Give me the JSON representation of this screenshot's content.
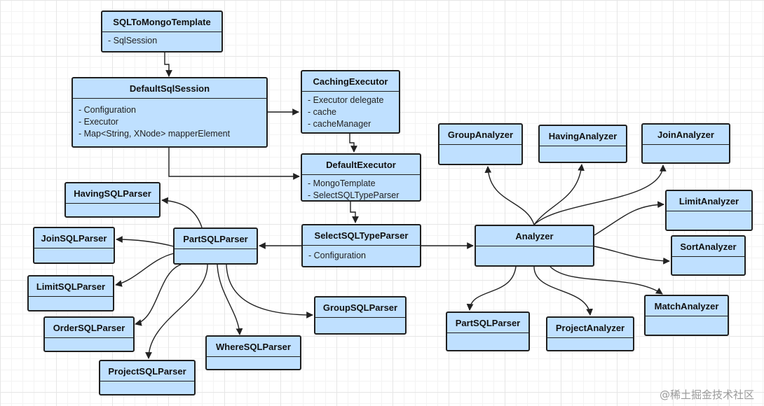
{
  "classes": {
    "sqltomongotemplate": {
      "name": "SQLToMongoTemplate",
      "attrs": [
        "- SqlSession"
      ]
    },
    "defaultsqlsession": {
      "name": "DefaultSqlSession",
      "attrs": [
        "- Configuration",
        "- Executor",
        "- Map<String, XNode> mapperElement"
      ]
    },
    "cachingexecutor": {
      "name": "CachingExecutor",
      "attrs": [
        "- Executor delegate",
        "- cache",
        "- cacheManager"
      ]
    },
    "defaultexecutor": {
      "name": "DefaultExecutor",
      "attrs": [
        "- MongoTemplate",
        "- SelectSQLTypeParser"
      ]
    },
    "selectsqltypeparser": {
      "name": "SelectSQLTypeParser",
      "attrs": [
        "- Configuration"
      ]
    },
    "partsqlparser": {
      "name": "PartSQLParser",
      "attrs": []
    },
    "havingsqlparser": {
      "name": "HavingSQLParser",
      "attrs": []
    },
    "joinsqlparser": {
      "name": "JoinSQLParser",
      "attrs": []
    },
    "limitsqlparser": {
      "name": "LimitSQLParser",
      "attrs": []
    },
    "ordersqlparser": {
      "name": "OrderSQLParser",
      "attrs": []
    },
    "projectsqlparser": {
      "name": "ProjectSQLParser",
      "attrs": []
    },
    "wheresqlparser": {
      "name": "WhereSQLParser",
      "attrs": []
    },
    "groupsqlparser": {
      "name": "GroupSQLParser",
      "attrs": []
    },
    "analyzer": {
      "name": "Analyzer",
      "attrs": []
    },
    "groupanalyzer": {
      "name": "GroupAnalyzer",
      "attrs": []
    },
    "havinganalyzer": {
      "name": "HavingAnalyzer",
      "attrs": []
    },
    "joinanalyzer": {
      "name": "JoinAnalyzer",
      "attrs": []
    },
    "limitanalyzer": {
      "name": "LimitAnalyzer",
      "attrs": []
    },
    "sortanalyzer": {
      "name": "SortAnalyzer",
      "attrs": []
    },
    "matchanalyzer": {
      "name": "MatchAnalyzer",
      "attrs": []
    },
    "projectanalyzer": {
      "name": "ProjectAnalyzer",
      "attrs": []
    },
    "analyzerpartsqlparser": {
      "name": "PartSQLParser",
      "attrs": []
    }
  },
  "edges": [
    {
      "from": "SQLToMongoTemplate",
      "to": "DefaultSqlSession"
    },
    {
      "from": "DefaultSqlSession",
      "to": "CachingExecutor"
    },
    {
      "from": "DefaultSqlSession",
      "to": "DefaultExecutor"
    },
    {
      "from": "CachingExecutor",
      "to": "DefaultExecutor"
    },
    {
      "from": "DefaultExecutor",
      "to": "SelectSQLTypeParser"
    },
    {
      "from": "SelectSQLTypeParser",
      "to": "PartSQLParser"
    },
    {
      "from": "SelectSQLTypeParser",
      "to": "Analyzer"
    },
    {
      "from": "PartSQLParser",
      "to": "HavingSQLParser"
    },
    {
      "from": "PartSQLParser",
      "to": "JoinSQLParser"
    },
    {
      "from": "PartSQLParser",
      "to": "LimitSQLParser"
    },
    {
      "from": "PartSQLParser",
      "to": "OrderSQLParser"
    },
    {
      "from": "PartSQLParser",
      "to": "ProjectSQLParser"
    },
    {
      "from": "PartSQLParser",
      "to": "WhereSQLParser"
    },
    {
      "from": "PartSQLParser",
      "to": "GroupSQLParser"
    },
    {
      "from": "Analyzer",
      "to": "GroupAnalyzer"
    },
    {
      "from": "Analyzer",
      "to": "HavingAnalyzer"
    },
    {
      "from": "Analyzer",
      "to": "JoinAnalyzer"
    },
    {
      "from": "Analyzer",
      "to": "LimitAnalyzer"
    },
    {
      "from": "Analyzer",
      "to": "SortAnalyzer"
    },
    {
      "from": "Analyzer",
      "to": "MatchAnalyzer"
    },
    {
      "from": "Analyzer",
      "to": "ProjectAnalyzer"
    },
    {
      "from": "Analyzer",
      "to": "PartSQLParser"
    }
  ],
  "colors": {
    "box_fill": "#bfe0ff",
    "box_border": "#1f1f1f",
    "line": "#222222"
  },
  "watermark": "@稀土掘金技术社区"
}
